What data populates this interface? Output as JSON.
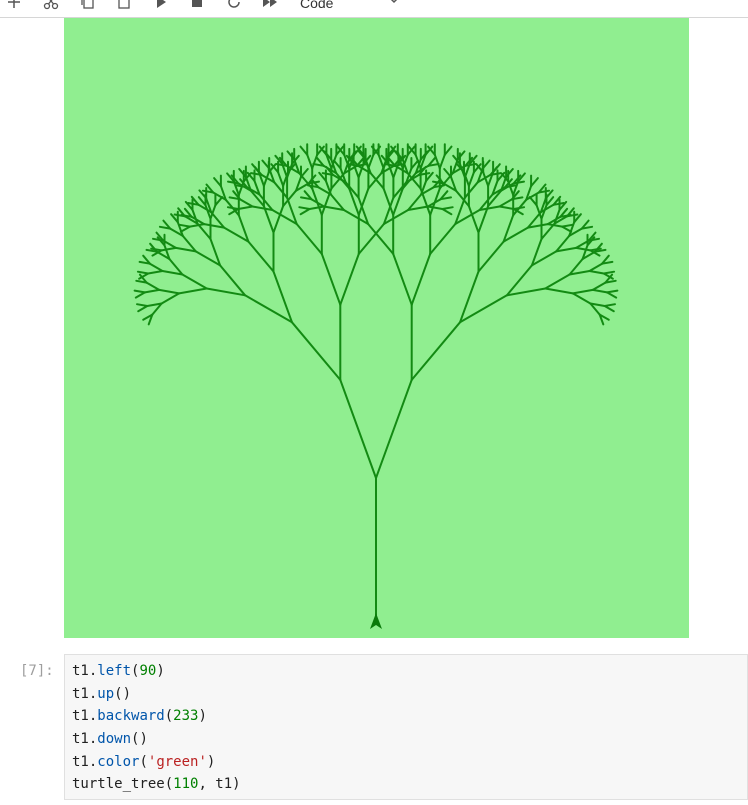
{
  "toolbar": {
    "cell_type": "Code",
    "icons": [
      "add-cell-icon",
      "cut-icon",
      "copy-icon",
      "paste-icon",
      "run-icon",
      "stop-icon",
      "restart-icon",
      "fast-forward-icon",
      "chevron-down-icon"
    ]
  },
  "output": {
    "canvas_background": "#90ee90",
    "tree_color": "#138a13"
  },
  "cell": {
    "prompt": "[7]:",
    "lines": [
      {
        "obj": "t1",
        "dot": ".",
        "fn": "left",
        "open": "(",
        "num": "90",
        "str": "",
        "close": ")"
      },
      {
        "obj": "t1",
        "dot": ".",
        "fn": "up",
        "open": "(",
        "num": "",
        "str": "",
        "close": ")"
      },
      {
        "obj": "t1",
        "dot": ".",
        "fn": "backward",
        "open": "(",
        "num": "233",
        "str": "",
        "close": ")"
      },
      {
        "obj": "t1",
        "dot": ".",
        "fn": "down",
        "open": "(",
        "num": "",
        "str": "",
        "close": ")"
      },
      {
        "obj": "t1",
        "dot": ".",
        "fn": "color",
        "open": "(",
        "num": "",
        "str": "'green'",
        "close": ")"
      }
    ],
    "last_line": {
      "fn": "turtle_tree",
      "open": "(",
      "num": "110",
      "rest": ", t1)"
    }
  }
}
